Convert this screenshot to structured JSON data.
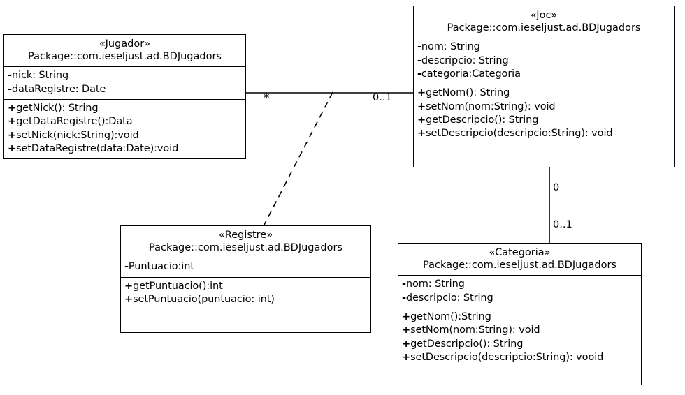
{
  "diagram": {
    "type": "uml-class-diagram",
    "title": "",
    "background_color": "#ffffff",
    "line_color": "#000000",
    "classes": [
      {
        "id": "jugador",
        "stereotype": "«Jugador»",
        "package": "Package::com.ieseljust.ad.BDJugadors",
        "attributes": [
          {
            "visibility": "-",
            "text": "nick: String"
          },
          {
            "visibility": "-",
            "text": "dataRegistre: Date"
          }
        ],
        "methods": [
          {
            "visibility": "+",
            "text": "getNick(): String"
          },
          {
            "visibility": "+",
            "text": "getDataRegistre():Data"
          },
          {
            "visibility": "+",
            "text": "setNick(nick:String):void"
          },
          {
            "visibility": "+",
            "text": "setDataRegistre(data:Date):void"
          }
        ]
      },
      {
        "id": "joc",
        "stereotype": "«Joc»",
        "package": "Package::com.ieseljust.ad.BDJugadors",
        "attributes": [
          {
            "visibility": "-",
            "text": "nom: String"
          },
          {
            "visibility": "-",
            "text": "descripcio: String"
          },
          {
            "visibility": "-",
            "text": "categoria:Categoria"
          }
        ],
        "methods": [
          {
            "visibility": "+",
            "text": "getNom(): String"
          },
          {
            "visibility": "+",
            "text": "setNom(nom:String): void"
          },
          {
            "visibility": "+",
            "text": "getDescripcio(): String"
          },
          {
            "visibility": "+",
            "text": "setDescripcio(descripcio:String): void"
          }
        ]
      },
      {
        "id": "registre",
        "stereotype": "«Registre»",
        "package": "Package::com.ieseljust.ad.BDJugadors",
        "attributes": [
          {
            "visibility": "-",
            "text": "Puntuacio:int"
          }
        ],
        "methods": [
          {
            "visibility": "+",
            "text": "getPuntuacio():int"
          },
          {
            "visibility": "+",
            "text": "setPuntuacio(puntuacio: int)"
          }
        ]
      },
      {
        "id": "categoria",
        "stereotype": "«Categoria»",
        "package": "Package::com.ieseljust.ad.BDJugadors",
        "attributes": [
          {
            "visibility": "-",
            "text": "nom: String"
          },
          {
            "visibility": "-",
            "text": "descripcio: String"
          }
        ],
        "methods": [
          {
            "visibility": "+",
            "text": "getNom():String"
          },
          {
            "visibility": "+",
            "text": "setNom(nom:String): void"
          },
          {
            "visibility": "+",
            "text": "getDescripcio(): String"
          },
          {
            "visibility": "+",
            "text": "setDescripcio(descripcio:String): vooid"
          }
        ]
      }
    ],
    "relations": [
      {
        "id": "jugador-joc",
        "style": "solid",
        "from": "jugador",
        "to": "joc",
        "source_multiplicity": "*",
        "target_multiplicity": "0..1"
      },
      {
        "id": "association-class-registre",
        "style": "dashed",
        "from": "jugador-joc",
        "to": "registre",
        "source_multiplicity": "",
        "target_multiplicity": ""
      },
      {
        "id": "joc-categoria",
        "style": "solid",
        "from": "joc",
        "to": "categoria",
        "source_multiplicity": "0",
        "target_multiplicity": "0..1"
      }
    ]
  }
}
